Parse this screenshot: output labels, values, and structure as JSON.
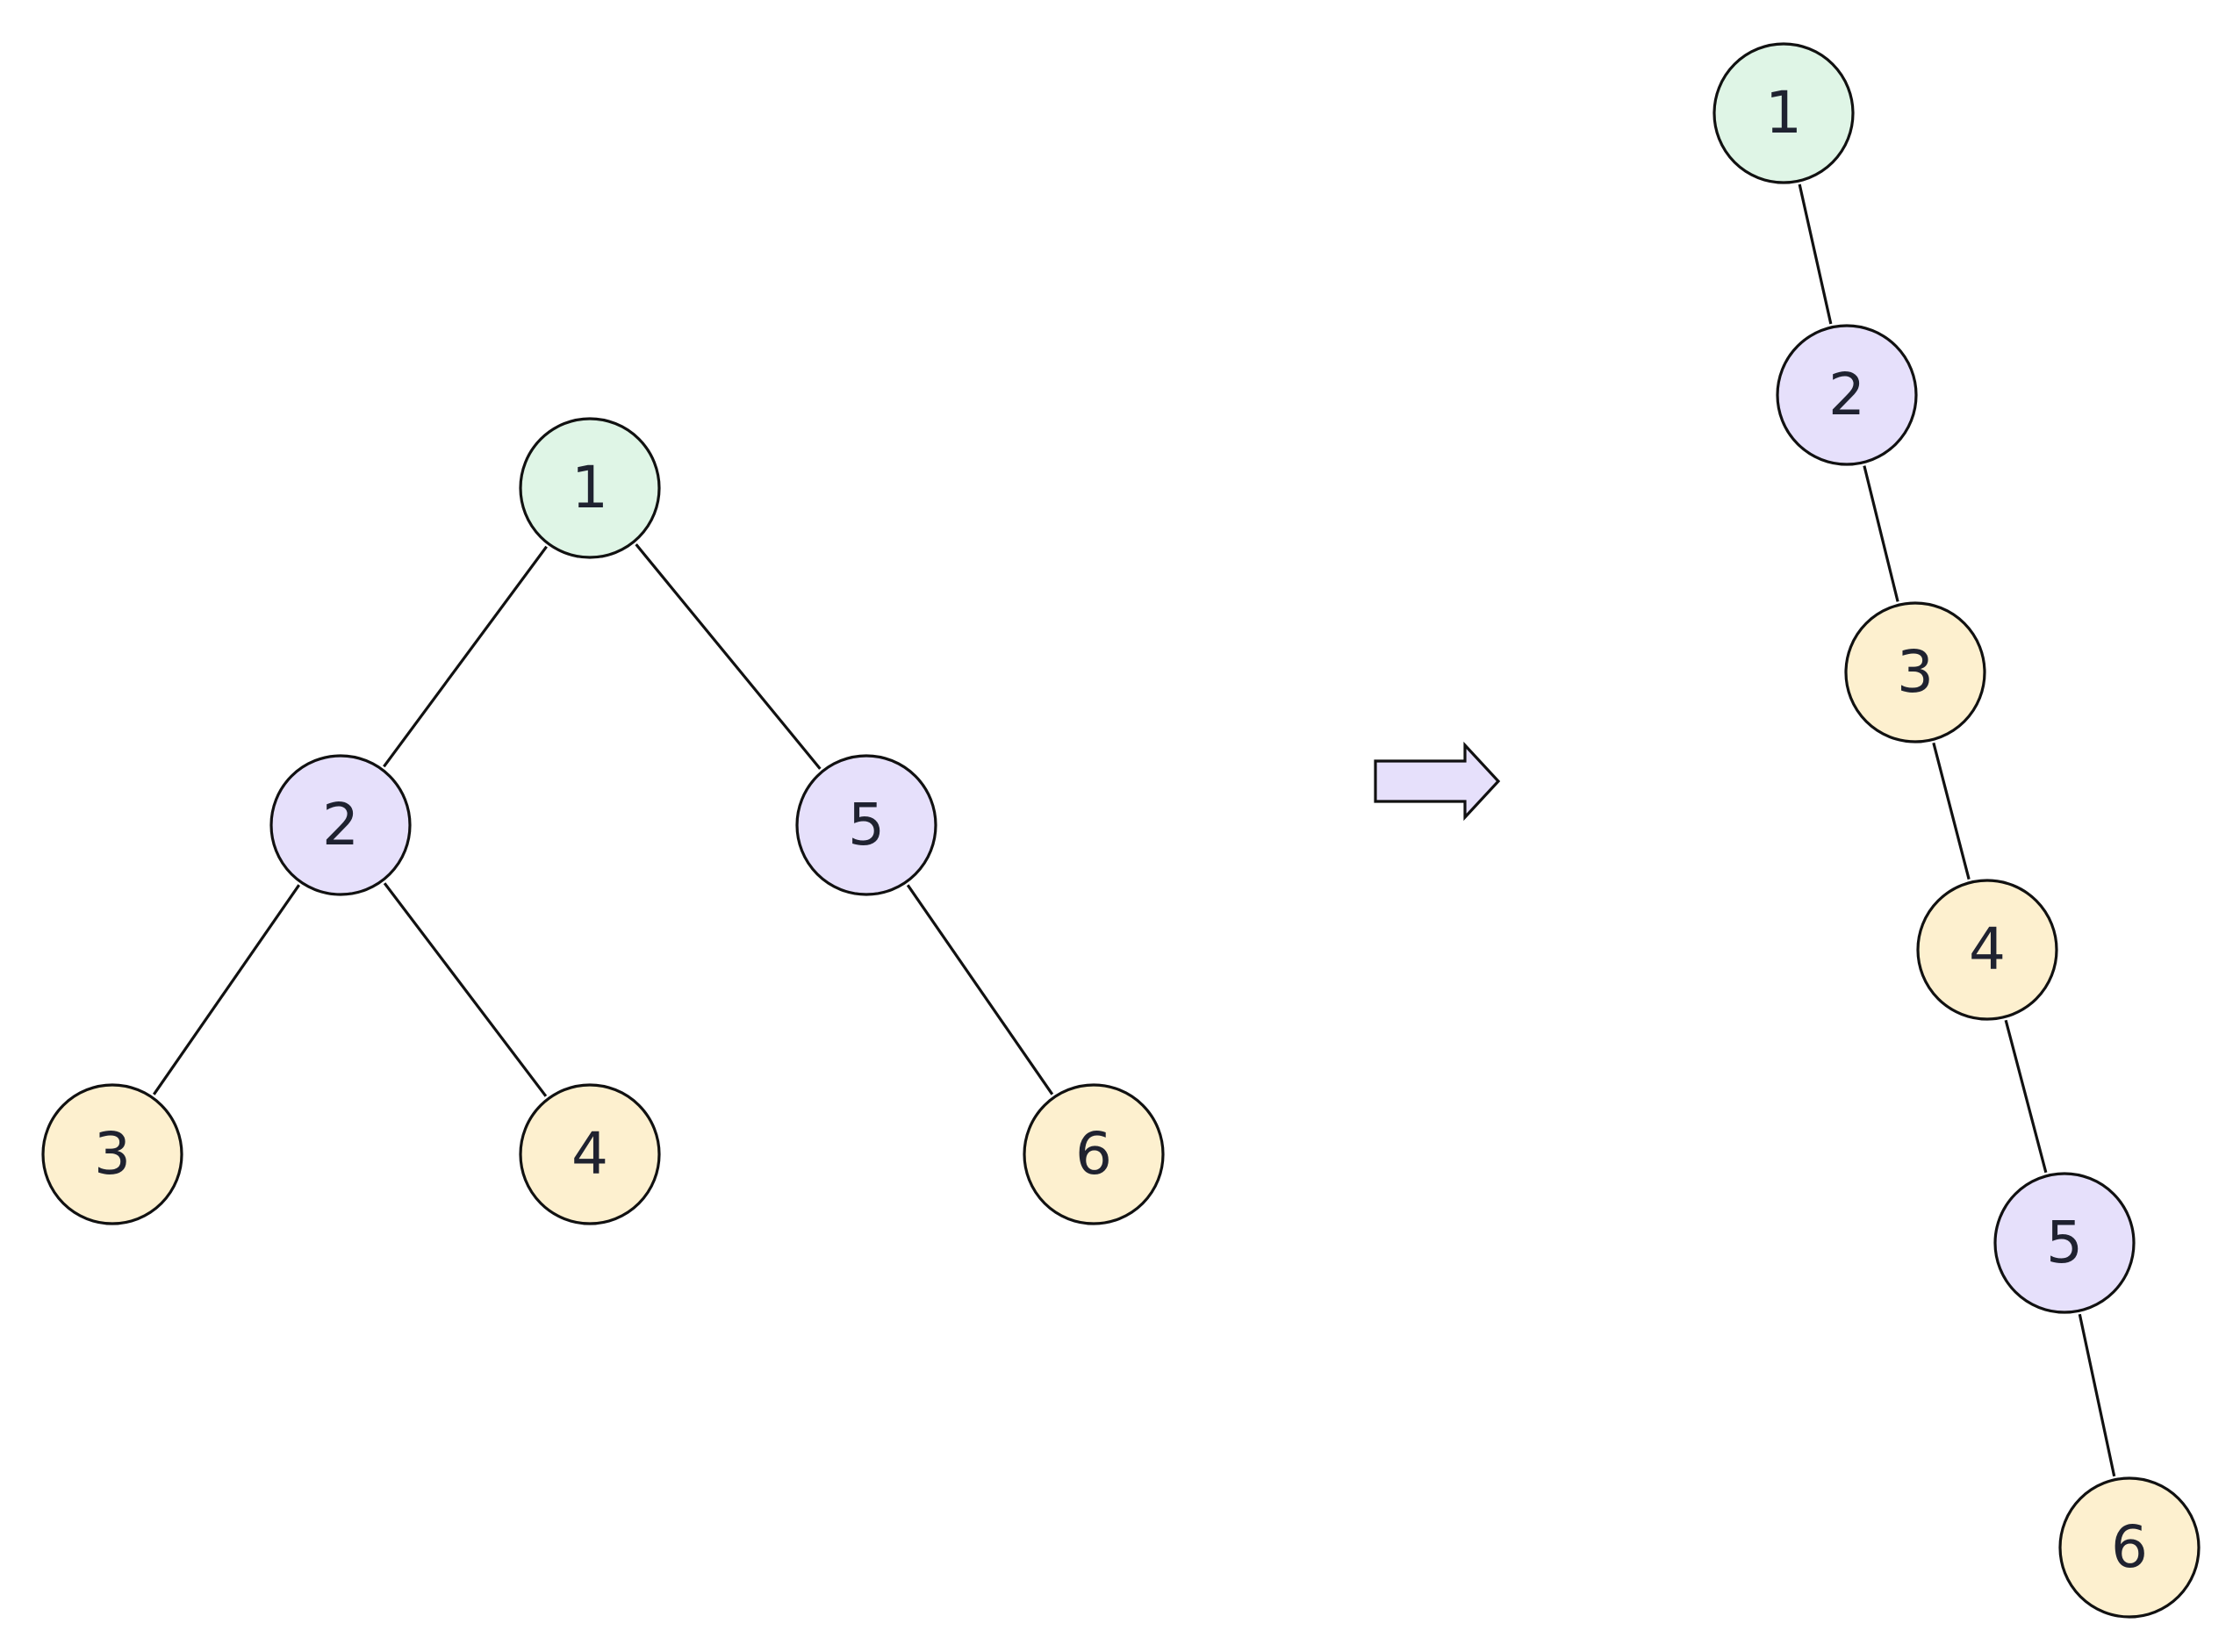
{
  "colors": {
    "root_fill": "#dff5e6",
    "inner_fill": "#e6e0fb",
    "leaf_fill": "#fdf0cf",
    "arrow_fill": "#e6e0fb",
    "stroke": "#111111",
    "text": "#1f2230"
  },
  "original_tree": {
    "nodes": [
      {
        "id": "t1",
        "label": "1",
        "kind": "root"
      },
      {
        "id": "t2",
        "label": "2",
        "kind": "inner"
      },
      {
        "id": "t5",
        "label": "5",
        "kind": "inner"
      },
      {
        "id": "t3",
        "label": "3",
        "kind": "leaf"
      },
      {
        "id": "t4",
        "label": "4",
        "kind": "leaf"
      },
      {
        "id": "t6",
        "label": "6",
        "kind": "leaf"
      }
    ],
    "edges": [
      {
        "from": "t1",
        "to": "t2"
      },
      {
        "from": "t1",
        "to": "t5"
      },
      {
        "from": "t2",
        "to": "t3"
      },
      {
        "from": "t2",
        "to": "t4"
      },
      {
        "from": "t5",
        "to": "t6"
      }
    ]
  },
  "flattened_list": {
    "nodes": [
      {
        "id": "l1",
        "label": "1",
        "kind": "root"
      },
      {
        "id": "l2",
        "label": "2",
        "kind": "inner"
      },
      {
        "id": "l3",
        "label": "3",
        "kind": "leaf"
      },
      {
        "id": "l4",
        "label": "4",
        "kind": "leaf"
      },
      {
        "id": "l5",
        "label": "5",
        "kind": "inner"
      },
      {
        "id": "l6",
        "label": "6",
        "kind": "leaf"
      }
    ],
    "edges": [
      {
        "from": "l1",
        "to": "l2"
      },
      {
        "from": "l2",
        "to": "l3"
      },
      {
        "from": "l3",
        "to": "l4"
      },
      {
        "from": "l4",
        "to": "l5"
      },
      {
        "from": "l5",
        "to": "l6"
      }
    ]
  }
}
